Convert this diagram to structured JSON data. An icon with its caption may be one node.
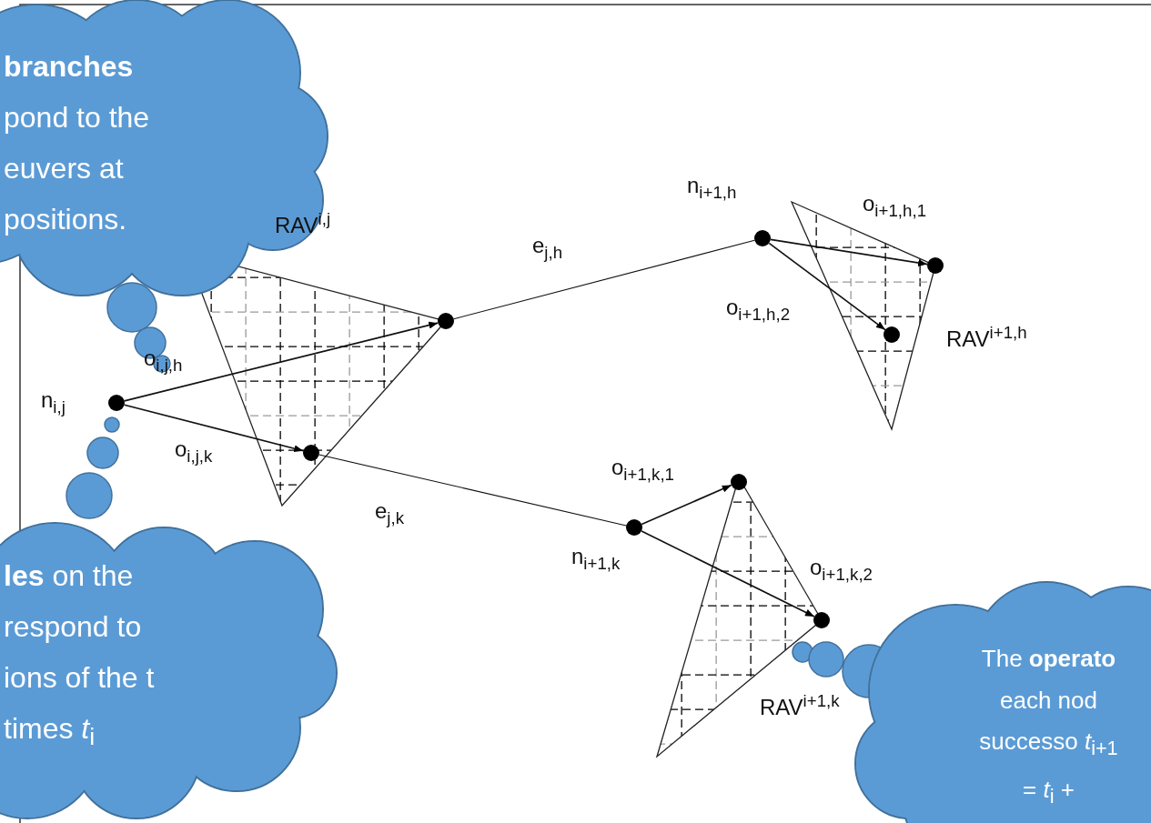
{
  "diagram": {
    "nodes": [
      {
        "text": [
          "**branches** pond to the euvers at positions."
        ]
      },
      {
        "text": [],
        "shape": "circle",
        "beside": [
          "n$_{i+1,h}$"
        ]
      },
      {
        "text": [],
        "shape": "circle"
      },
      {
        "text": [],
        "shape": "circle"
      },
      {
        "text": [],
        "shape": "circle"
      },
      {
        "text": [],
        "shape": "circle",
        "beside": [
          "n$_{i,j}$"
        ]
      },
      {
        "text": [],
        "shape": "circle"
      },
      {
        "text": [],
        "shape": "circle"
      },
      {
        "text": [],
        "shape": "circle",
        "beside": [
          "n$_{i+1,k}$"
        ]
      },
      {
        "text": [],
        "shape": "circle"
      },
      {
        "text": [
          "**les** on the respond to ions of the t times *t*$_{i}$"
        ]
      },
      {
        "text": [
          "The **operato** each nod successo *t*$_{i+1}$ = *t*$_{i}$ +"
        ]
      }
    ],
    "edges": [
      {
        "from": 5,
        "to": 3,
        "arrow": "to"
      },
      {
        "from": 5,
        "to": 6,
        "arrow": "to"
      },
      {
        "from": 3,
        "to": 1,
        "arrow": "none",
        "label": "e$_{j,h}$"
      },
      {
        "from": 6,
        "to": 8,
        "arrow": "none",
        "label": "e$_{j,k}$"
      },
      {
        "from": 1,
        "to": 2,
        "arrow": "to"
      },
      {
        "from": 1,
        "to": 4,
        "arrow": "to"
      },
      {
        "from": 8,
        "to": 7,
        "arrow": "to"
      },
      {
        "from": 8,
        "to": 9,
        "arrow": "to"
      }
    ],
    "labels": [
      "o$_{i+1,h,1}$",
      "RAV$^{i,j}$",
      "o$_{i+1,h,2}$",
      "RAV$^{i+1,h}$",
      "o$_{i,j,h}$",
      "o$_{i,j,k}$",
      "o$_{i+1,k,1}$",
      "o$_{i+1,k,2}$",
      "RAV$^{i+1,k}$"
    ]
  }
}
